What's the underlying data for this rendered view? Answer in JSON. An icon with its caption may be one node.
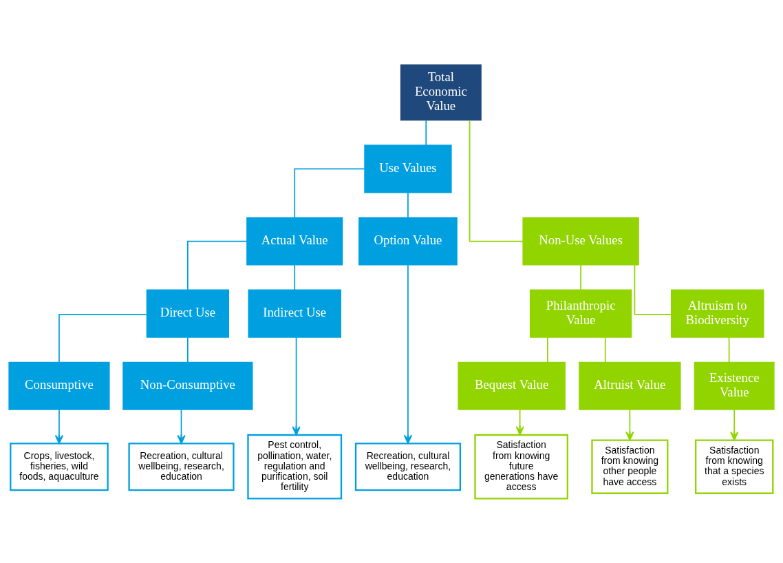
{
  "diagram": {
    "nodes": [
      {
        "text": [
          "Total Economic Value"
        ]
      },
      {
        "text": [
          "Use Values"
        ]
      },
      {
        "text": [
          "Non-Use Values"
        ]
      },
      {
        "text": [
          "Actual Value"
        ]
      },
      {
        "text": [
          "Option Value"
        ]
      },
      {
        "text": [
          "Philanthropic Value"
        ]
      },
      {
        "text": [
          "Altruism to Biodiversity"
        ]
      },
      {
        "text": [
          "Direct Use"
        ]
      },
      {
        "text": [
          "Indirect Use"
        ]
      },
      {
        "text": [
          "Bequest Value"
        ]
      },
      {
        "text": [
          "Altruist Value"
        ]
      },
      {
        "text": [
          "Existence Value"
        ]
      },
      {
        "text": [
          "Consumptive"
        ]
      },
      {
        "text": [
          "Non-Consumptive"
        ]
      },
      {
        "text": [
          "Crops, livestock, fisheries, wild foods, aquaculture"
        ]
      },
      {
        "text": [
          "Recreation, cultural wellbeing, research, education"
        ]
      },
      {
        "text": [
          "Pest control, pollination, water, regulation and purification, soil fertility"
        ]
      },
      {
        "text": [
          "Recreation, cultural wellbeing, research, education"
        ]
      },
      {
        "text": [
          "Satisfaction from knowing future generations have access"
        ]
      },
      {
        "text": [
          "Satisfaction from knowing other people have access"
        ]
      },
      {
        "text": [
          "Satisfaction from knowing that a species exists"
        ]
      }
    ],
    "edges": [
      {
        "from": 0,
        "to": 1,
        "arrow": "none"
      },
      {
        "from": 0,
        "to": 2,
        "arrow": "none",
        "color": "#92d400"
      },
      {
        "from": 1,
        "to": 3,
        "arrow": "none"
      },
      {
        "from": 1,
        "to": 4,
        "arrow": "none"
      },
      {
        "from": 2,
        "to": 5,
        "arrow": "none",
        "color": "#92d400"
      },
      {
        "from": 2,
        "to": 6,
        "arrow": "none",
        "color": "#92d400"
      },
      {
        "from": 3,
        "to": 7,
        "arrow": "none"
      },
      {
        "from": 3,
        "to": 8,
        "arrow": "none"
      },
      {
        "from": 5,
        "to": 9,
        "arrow": "none",
        "color": "#92d400"
      },
      {
        "from": 5,
        "to": 10,
        "arrow": "none",
        "color": "#92d400"
      },
      {
        "from": 6,
        "to": 11,
        "arrow": "none",
        "color": "#92d400"
      },
      {
        "from": 7,
        "to": 12,
        "arrow": "none"
      },
      {
        "from": 7,
        "to": 13,
        "arrow": "none"
      },
      {
        "from": 12,
        "to": 14,
        "arrow": "to"
      },
      {
        "from": 13,
        "to": 15,
        "arrow": "to"
      },
      {
        "from": 8,
        "to": 16,
        "arrow": "to"
      },
      {
        "from": 4,
        "to": 17,
        "arrow": "to"
      },
      {
        "from": 9,
        "to": 18,
        "arrow": "to",
        "color": "#92d400"
      },
      {
        "from": 10,
        "to": 19,
        "arrow": "to",
        "color": "#92d400"
      },
      {
        "from": 11,
        "to": 20,
        "arrow": "to",
        "color": "#92d400"
      }
    ]
  }
}
